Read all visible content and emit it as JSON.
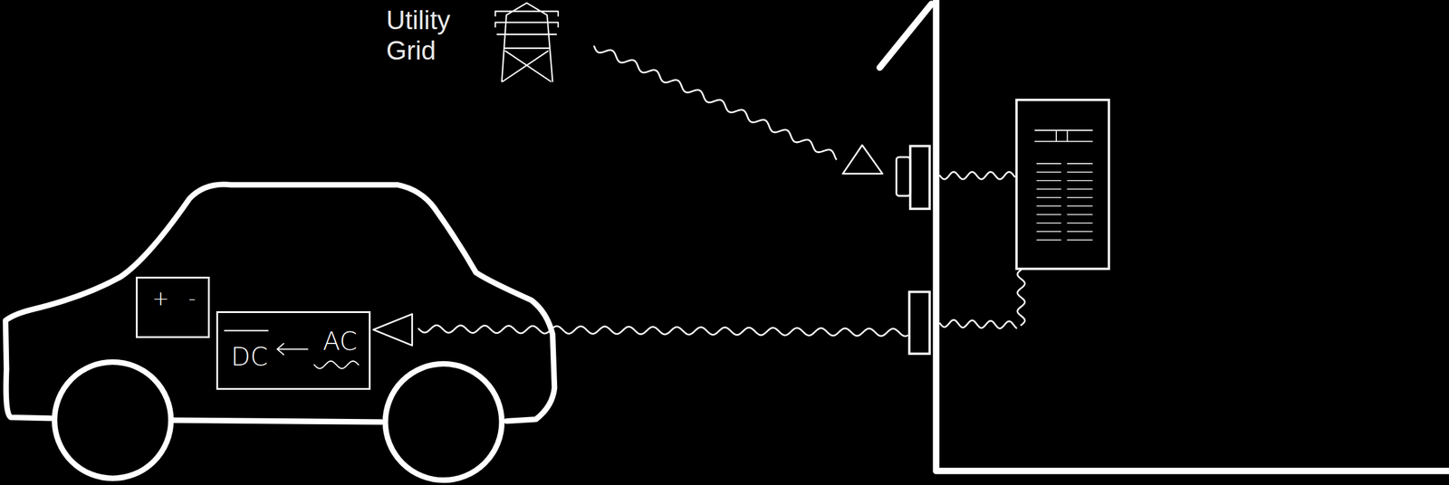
{
  "diagram": {
    "nodes": [
      {
        "text": [
          "+",
          "-"
        ]
      },
      {
        "text": [
          "DC",
          "AC"
        ]
      }
    ],
    "labels": [
      "Utility Grid"
    ]
  }
}
